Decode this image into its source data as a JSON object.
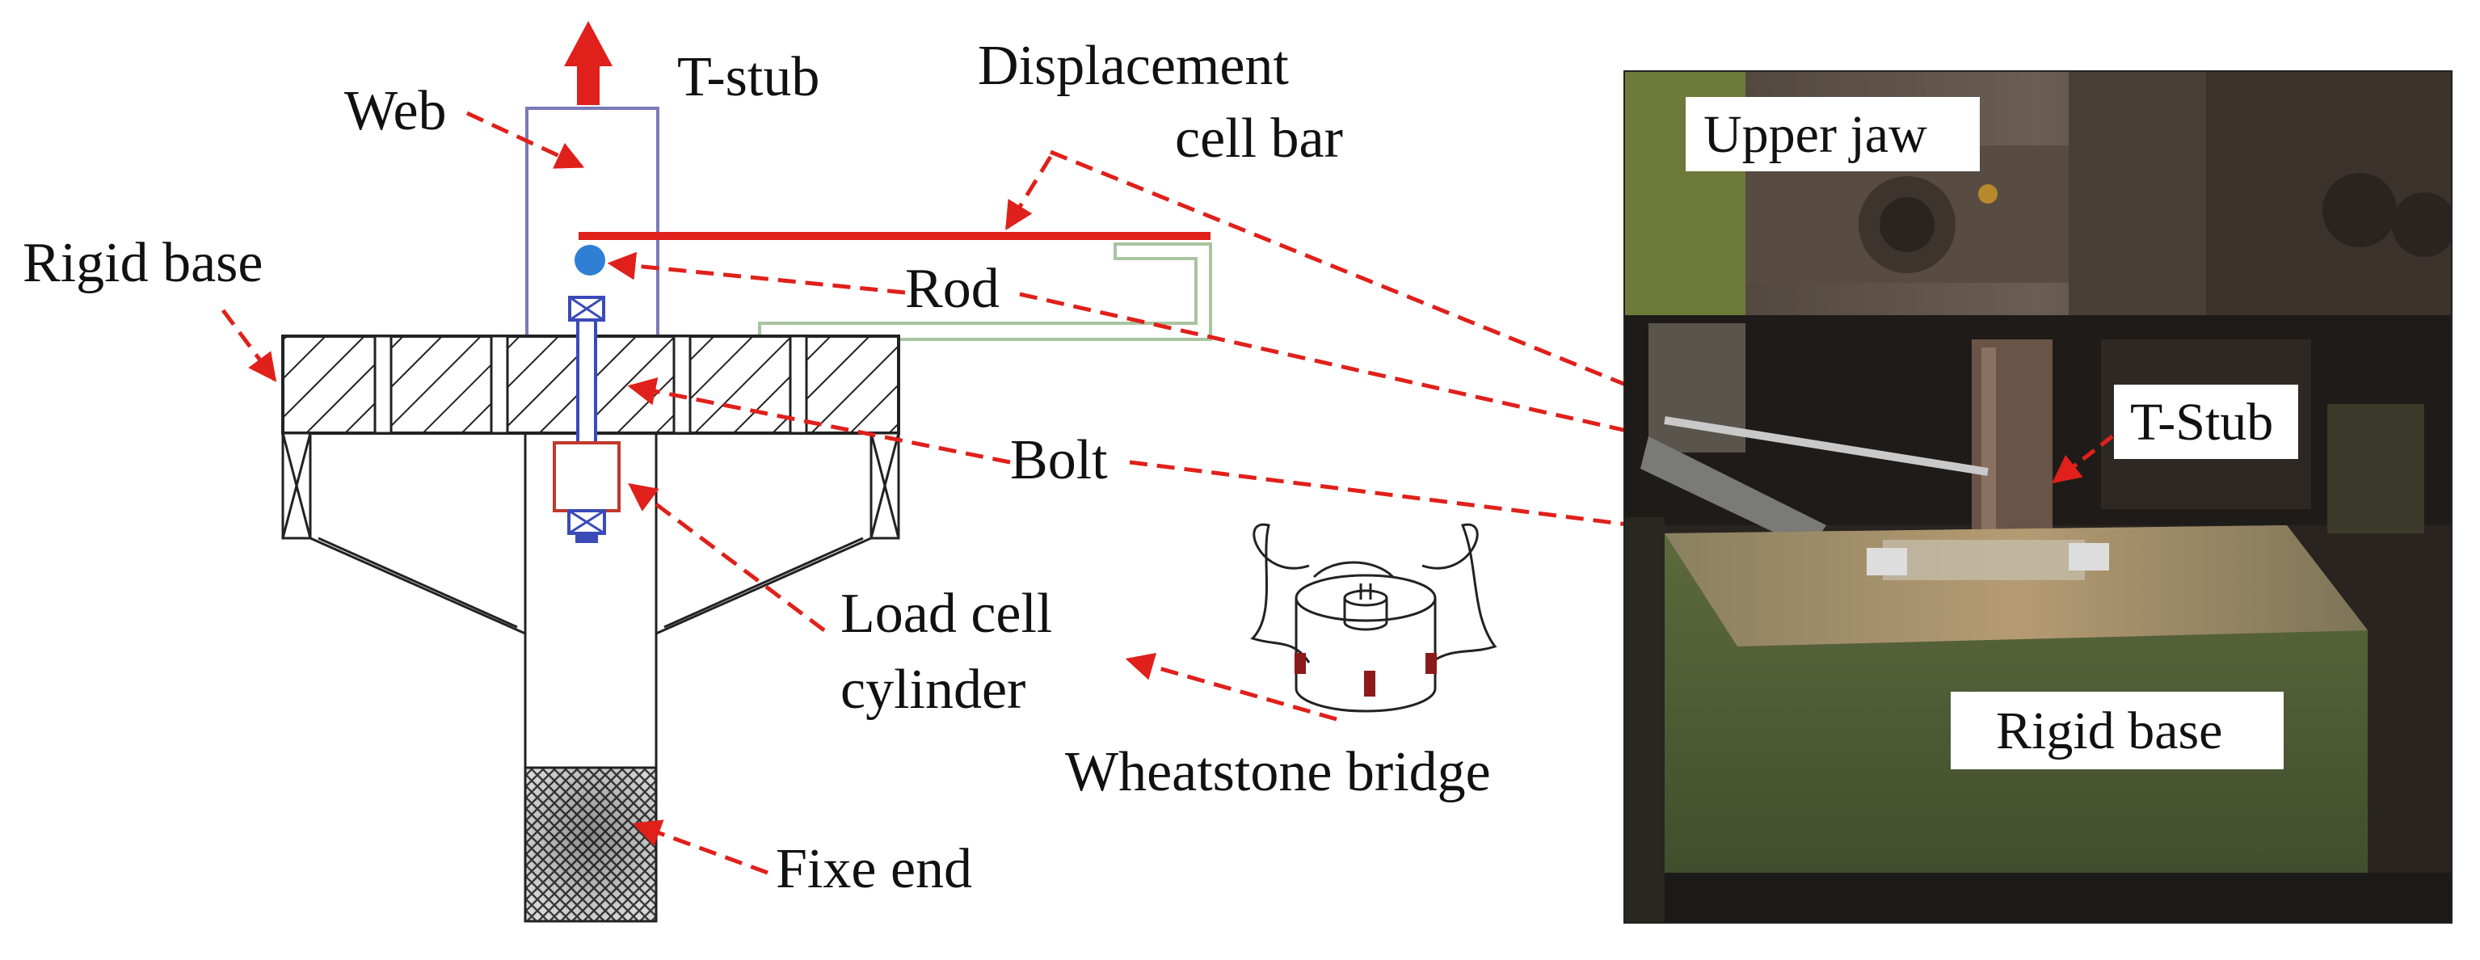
{
  "labels": {
    "t_stub": "T-stub",
    "web": "Web",
    "displacement_line1": "Displacement",
    "displacement_line2": "cell bar",
    "rigid_base": "Rigid base",
    "rod": "Rod",
    "bolt": "Bolt",
    "load_cell_line1": "Load cell",
    "load_cell_line2": "cylinder",
    "wheatstone": "Wheatstone bridge",
    "fixe_end": "Fixe end"
  },
  "photo": {
    "upper_jaw": "Upper jaw",
    "t_stub": "T-Stub",
    "rigid_base": "Rigid base"
  },
  "colors": {
    "annotation": "#e0201b",
    "outline": "#7a7ab8",
    "bolt_blue": "#3a4bb8",
    "rod_dot": "#2f7fd4",
    "load_cell": "#c0392b",
    "bracket": "#a8c4a0"
  }
}
